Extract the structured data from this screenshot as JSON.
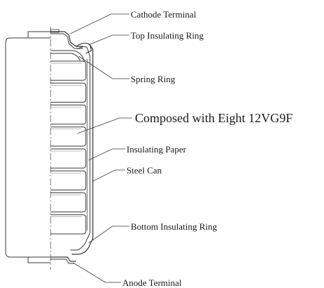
{
  "labels": {
    "cathode_terminal": "Cathode Terminal",
    "top_insulating_ring": "Top Insulating Ring",
    "spring_ring": "Spring Ring",
    "composed_with": "Composed with Eight 12VG9F",
    "insulating_paper": "Insulating Paper",
    "steel_can": "Steel Can",
    "bottom_insulating_ring": "Bottom Insulating Ring",
    "anode_terminal": "Anode Terminal"
  },
  "cell_count": 8,
  "colors": {
    "line": "#3a3a3a",
    "text": "#1a1a1a"
  }
}
